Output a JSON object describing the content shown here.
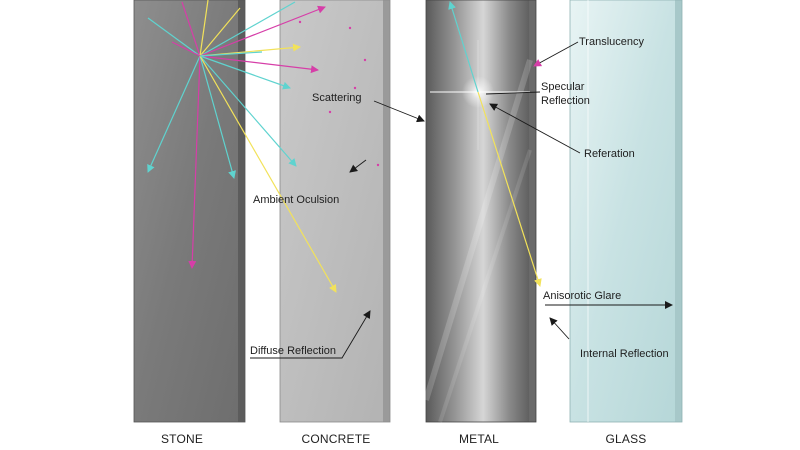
{
  "materials": [
    {
      "id": "stone",
      "caption": "STONE"
    },
    {
      "id": "concrete",
      "caption": "CONCRETE"
    },
    {
      "id": "metal",
      "caption": "METAL"
    },
    {
      "id": "glass",
      "caption": "GLASS"
    }
  ],
  "annotations": {
    "translucency": "Translucency",
    "specular_line1": "Specular",
    "specular_line2": "Reflection",
    "scattering": "Scattering",
    "refraction": "Referation",
    "ambient_occlusion": "Ambient Oculsion",
    "anisotropic_glare": "Anisorotic Glare",
    "diffuse_reflection": "Diffuse Reflection",
    "internal_reflection": "Internal Reflection"
  },
  "colors": {
    "ray_cyan": "#5fd3cf",
    "ray_magenta": "#d63ea8",
    "ray_yellow": "#f2e25a",
    "stone": "#7f7f7f",
    "concrete": "#bdbdbd",
    "metal": "#8a8a8a",
    "glass": "#cfe6e6"
  }
}
